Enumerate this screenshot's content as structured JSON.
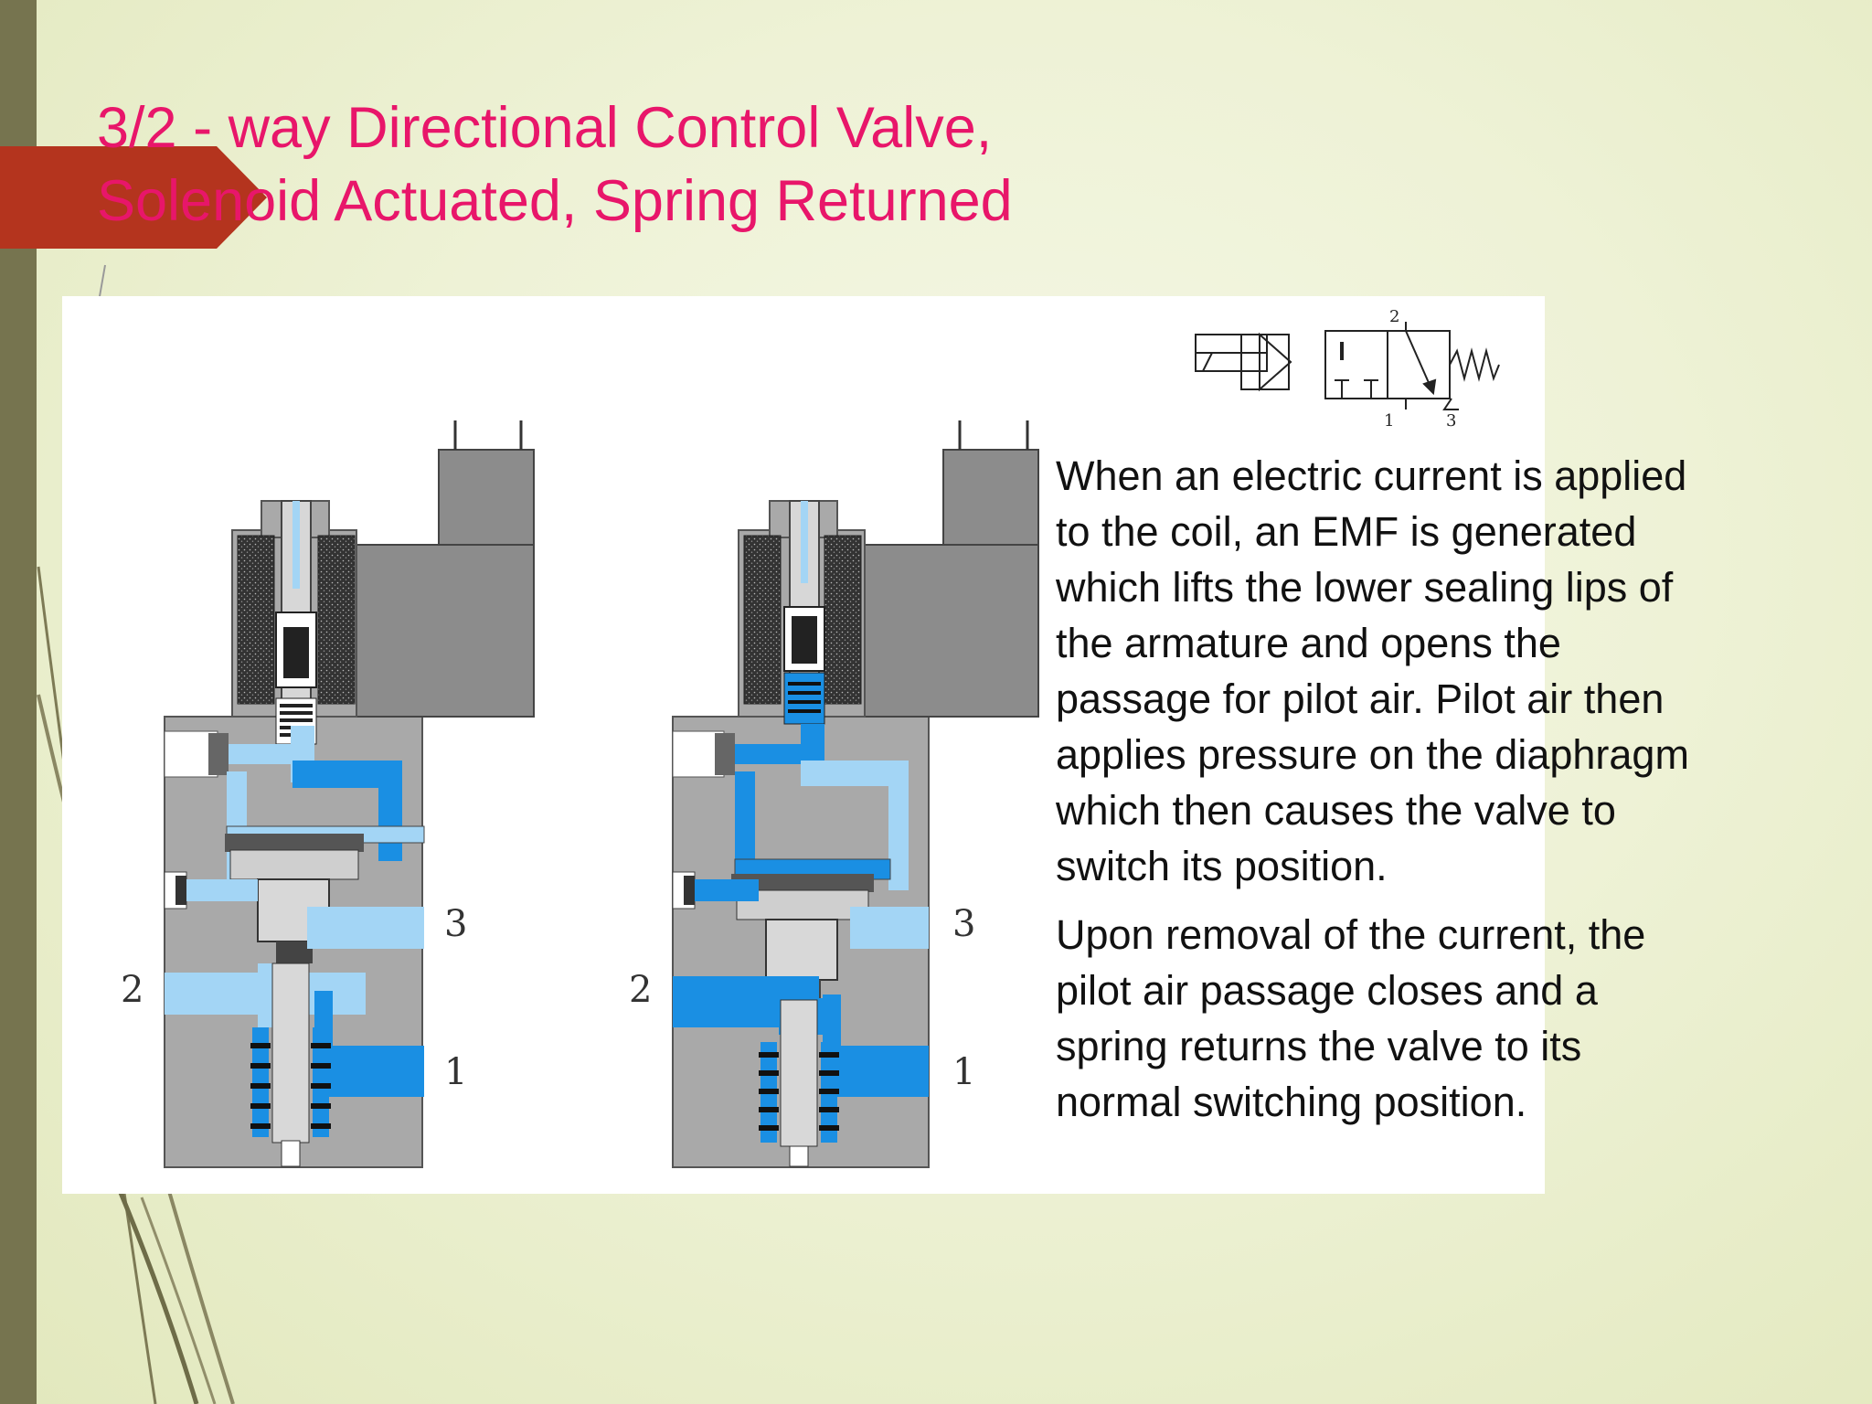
{
  "slide": {
    "title_line1": "3/2 - way Directional Control Valve,",
    "title_line2": "Solenoid Actuated, Spring Returned",
    "paragraph1": "When an electric current is applied to the coil, an EMF is generated which lifts the lower sealing lips of the armature and opens the passage for pilot air. Pilot air then applies pressure on the diaphragm which then causes the valve to switch its position.",
    "paragraph2": "Upon removal of the current, the pilot air passage closes and a spring returns the valve to its normal switching position."
  },
  "diagram": {
    "ports": {
      "port_2": "2",
      "port_3": "3",
      "port_1": "1"
    },
    "symbol_ports": {
      "port_2": "2",
      "port_1": "1",
      "port_3": "3"
    }
  },
  "colors": {
    "title": "#e8166a",
    "accent_bar": "#76744f",
    "flag": "#b4341e",
    "light_blue": "#a3d5f5",
    "dark_blue": "#1a8fe3",
    "body_grey": "#a9a9a9",
    "coil_grey": "#8c8c8c"
  }
}
